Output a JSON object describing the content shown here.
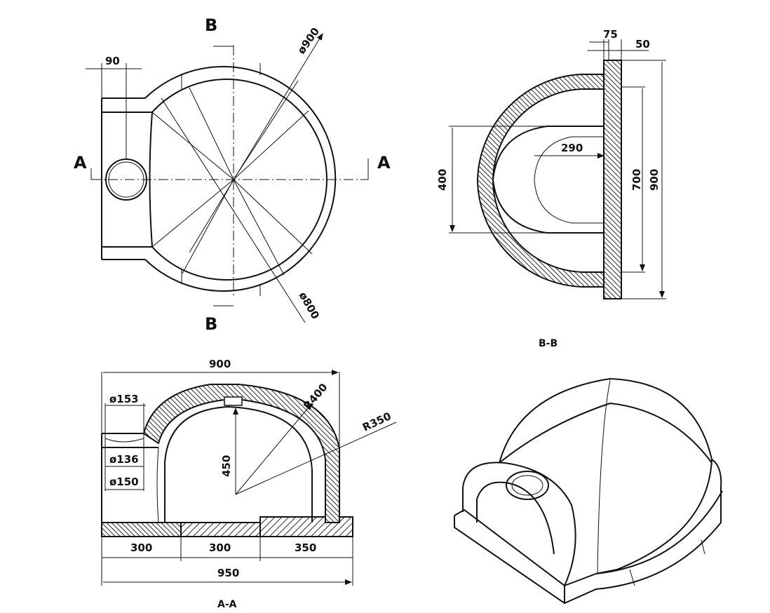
{
  "top_view": {
    "section_letter_a": "A",
    "section_letter_b": "B",
    "dim_90": "90",
    "dim_outer_dia": "ø900",
    "dim_inner_dia": "ø800"
  },
  "section_bb": {
    "dim_75": "75",
    "dim_50": "50",
    "dim_400": "400",
    "dim_290": "290",
    "dim_700": "700",
    "dim_900": "900",
    "caption": "B-B"
  },
  "section_aa": {
    "dim_900": "900",
    "dim_153": "ø153",
    "dim_136": "ø136",
    "dim_150": "ø150",
    "dim_r400": "R400",
    "dim_r350": "R350",
    "dim_450": "450",
    "dim_300a": "300",
    "dim_300b": "300",
    "dim_350": "350",
    "dim_950": "950",
    "caption": "A-A"
  }
}
